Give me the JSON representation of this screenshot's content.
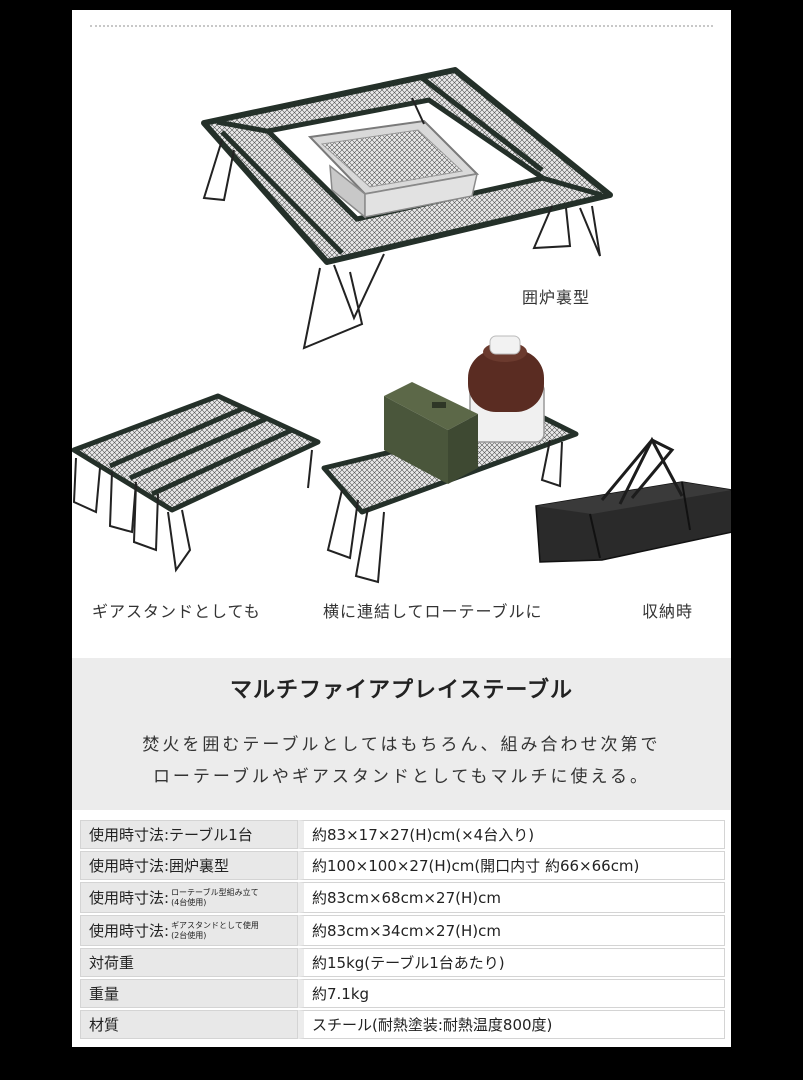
{
  "captions": {
    "irori": "囲炉裏型",
    "gear_stand": "ギアスタンドとしても",
    "low_table": "横に連結してローテーブルに",
    "storage": "収納時"
  },
  "product": {
    "title": "マルチファイアプレイステーブル",
    "desc_line1": "焚火を囲むテーブルとしてはもちろん、組み合わせ次第で",
    "desc_line2": "ローテーブルやギアスタンドとしてもマルチに使える。"
  },
  "specs": [
    {
      "label": "使用時寸法:テーブル1台",
      "value": "約83×17×27(H)cm(×4台入り)"
    },
    {
      "label": "使用時寸法:囲炉裏型",
      "value": "約100×100×27(H)cm(開口内寸 約66×66cm)"
    },
    {
      "label": "使用時寸法:",
      "sub1": "ローテーブル型組み立て",
      "sub2": "(4台使用)",
      "value": "約83cm×68cm×27(H)cm"
    },
    {
      "label": "使用時寸法:",
      "sub1": "ギアスタンドとして使用",
      "sub2": "(2台使用)",
      "value": "約83cm×34cm×27(H)cm"
    },
    {
      "label": "対荷重",
      "value": "約15kg(テーブル1台あたり)"
    },
    {
      "label": "重量",
      "value": "約7.1kg"
    },
    {
      "label": "材質",
      "value": "スチール(耐熱塗装:耐熱温度800度)"
    }
  ]
}
